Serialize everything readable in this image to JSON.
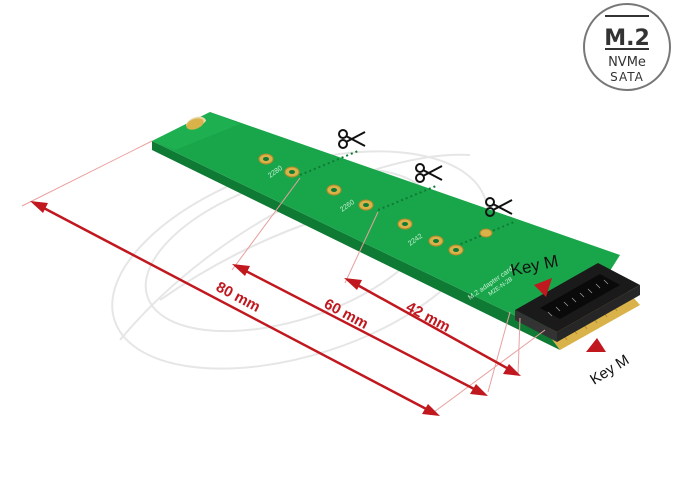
{
  "badge": {
    "title": "M.2",
    "line1": "NVMe",
    "line2": "SATA"
  },
  "board": {
    "silkscreen_label": "M.2 adapter card",
    "silkscreen_part": "M2E-N-2B",
    "hole_labels": [
      "2280",
      "2260",
      "2242"
    ]
  },
  "dimensions": [
    {
      "label": "80 mm"
    },
    {
      "label": "60 mm"
    },
    {
      "label": "42 mm"
    }
  ],
  "callouts": {
    "key_top": "Key M",
    "key_bottom": "Key M"
  },
  "icons": {
    "cut_marks": [
      "scissors-icon",
      "scissors-icon",
      "scissors-icon"
    ],
    "arrows": [
      "arrow-down-icon",
      "arrow-up-icon"
    ]
  },
  "colors": {
    "pcb": "#19a64a",
    "pcb_dark": "#0f7a34",
    "dimension": "#c0181e",
    "gold": "#d9b24a",
    "connector": "#1a1a1a",
    "badge_stroke": "#777777"
  }
}
